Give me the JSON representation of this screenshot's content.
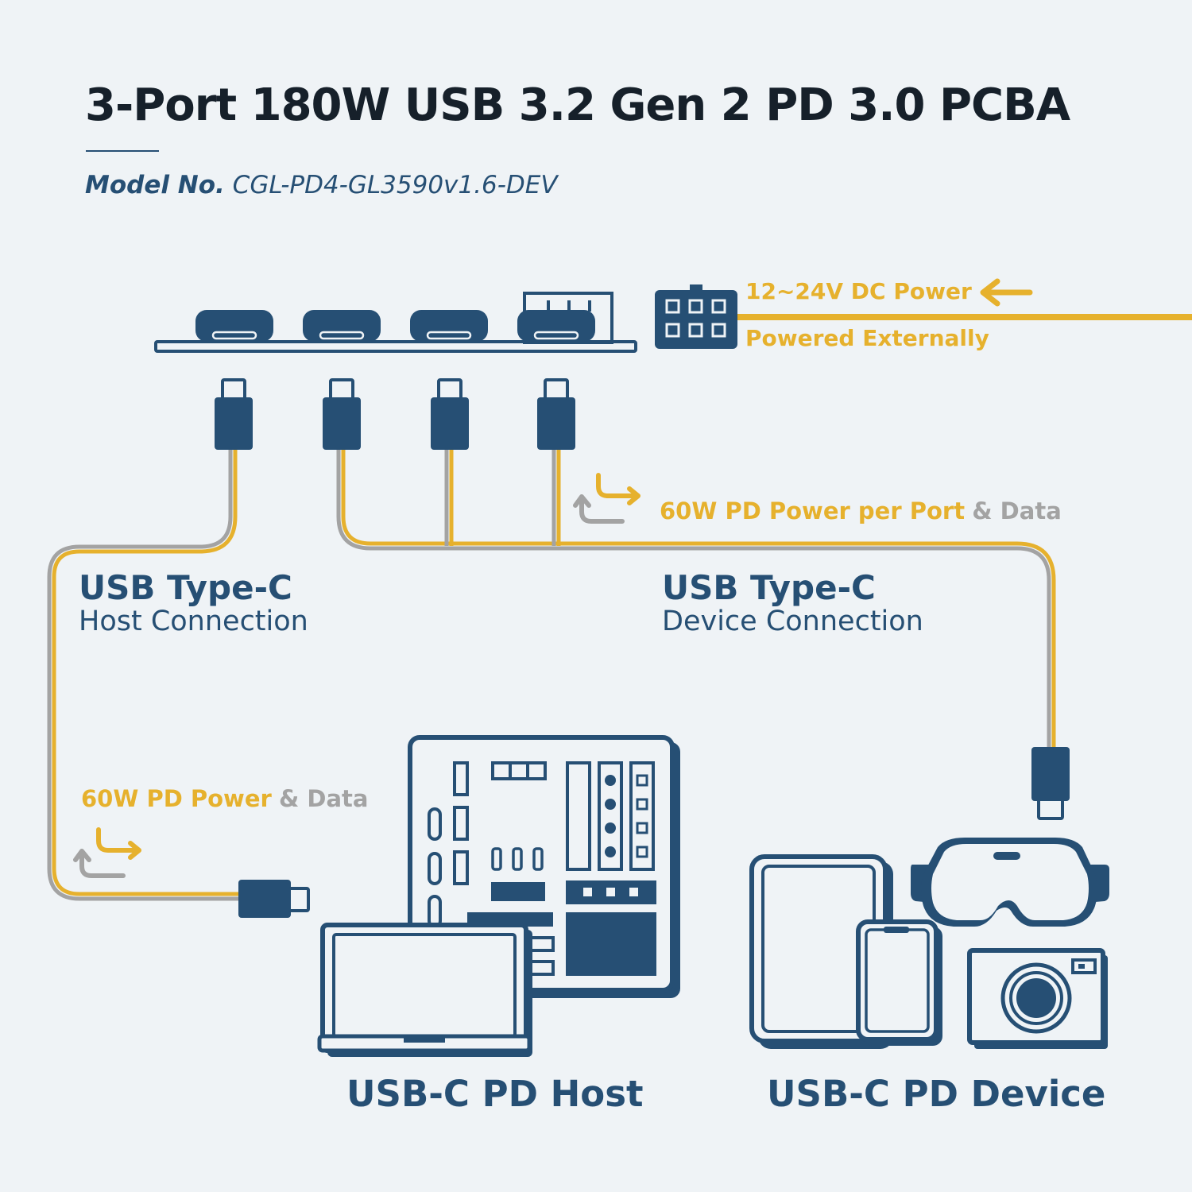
{
  "title": "3-Port 180W USB 3.2 Gen 2 PD 3.0 PCBA",
  "model": {
    "label": "Model No.",
    "value": "CGL-PD4-GL3590v1.6-DEV"
  },
  "power_input": {
    "line1": "12~24V DC Power",
    "line2": "Powered Externally"
  },
  "device_port_power": {
    "power": "60W PD Power per Port",
    "data": "& Data"
  },
  "host_link_power": {
    "power": "60W PD Power",
    "data": "& Data"
  },
  "host_connection": {
    "title": "USB Type-C",
    "subtitle": "Host Connection"
  },
  "device_connection": {
    "title": "USB Type-C",
    "subtitle": "Device Connection"
  },
  "host_caption": "USB-C PD Host",
  "device_caption": "USB-C PD Device",
  "colors": {
    "navy": "#264f74",
    "gold": "#e6b12d",
    "gray": "#a3a3a3",
    "background": "#eff3f6"
  }
}
